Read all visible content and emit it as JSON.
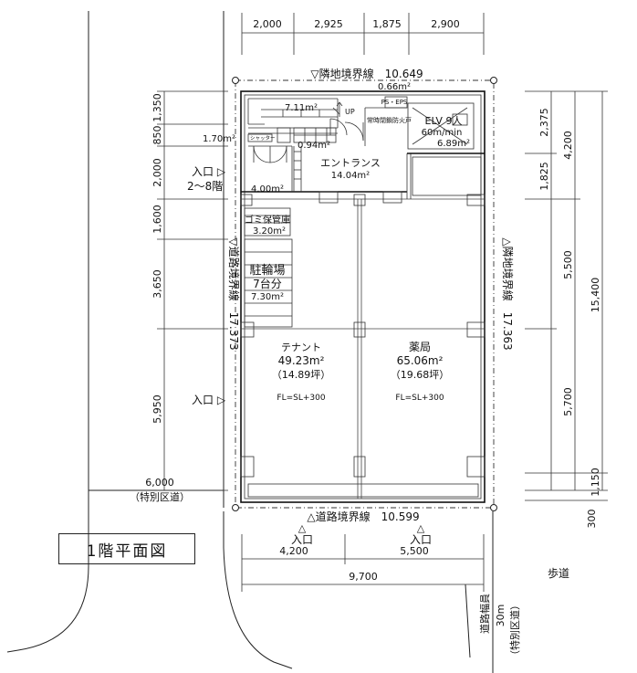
{
  "plan_title": "1階平面図",
  "top_dims": [
    "2,000",
    "2,925",
    "1,875",
    "2,900"
  ],
  "bottom_dims": [
    "4,200",
    "5,500"
  ],
  "bottom_total": "9,700",
  "left_dims": [
    "1,350",
    "850",
    "2,000",
    "1,600",
    "3,650",
    "5,950"
  ],
  "right_dims": [
    "2,375",
    "1,825",
    "5,500",
    "5,700",
    "1,150"
  ],
  "right_dims_total": [
    "4,200",
    "15,400"
  ],
  "right_extra": "300",
  "boundaries": {
    "top": "▽隣地境界線　10.649",
    "bottom": "△道路境界線　10.599",
    "left": "▽道路境界線　17.373",
    "right": "△隣地境界線　17.363"
  },
  "side_road": {
    "width": "6,000",
    "name": "（特別区道）"
  },
  "front_road": {
    "label": "道路幅員",
    "width": "30m",
    "name": "（特別区道）"
  },
  "sidewalk": "歩道",
  "entrances": {
    "upper": "入口 ▷",
    "upper_sub": "2～8階",
    "left": "入口 ▷",
    "bottom_1": "入口",
    "bottom_2": "入口"
  },
  "rooms": {
    "tenant": {
      "name": "テナント",
      "area": "49.23m²",
      "tsubo": "（14.89坪）",
      "fl": "FL=SL+300"
    },
    "pharmacy": {
      "name": "薬局",
      "area": "65.06m²",
      "tsubo": "（19.68坪）",
      "fl": "FL=SL+300"
    },
    "entrance": {
      "name": "エントランス",
      "area": "14.04m²"
    },
    "elevator": {
      "name": "ELV 9人",
      "speed": "60m/min",
      "area": "6.89m²"
    },
    "bicycle": {
      "name": "駐輪場",
      "capacity": "7台分",
      "area": "7.30m²"
    },
    "trash": {
      "name": "ゴミ保管庫",
      "area": "3.20m²"
    },
    "ps_eps": "PS・EPS",
    "fire_door": "常時閉鎖防火戸",
    "up": "UP",
    "shutter": "シャッター",
    "area_711": "7.11m²",
    "area_170": "1.70m²",
    "area_094": "0.94m²",
    "area_400": "4.00m²",
    "area_066": "0.66m²"
  }
}
